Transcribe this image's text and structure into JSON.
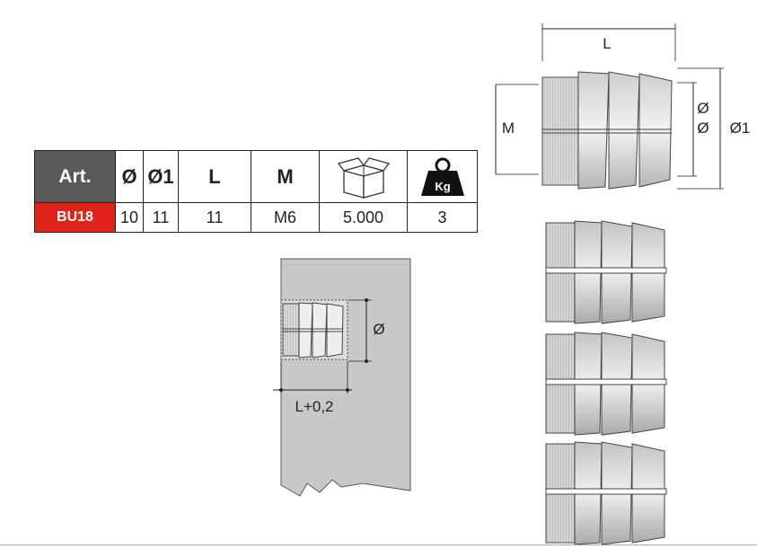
{
  "table": {
    "headers": [
      "Art.",
      "Ø",
      "Ø1",
      "L",
      "M"
    ],
    "icons": [
      "box-icon",
      "weight-kg-icon"
    ],
    "weight_icon_text": "Kg",
    "row": {
      "article": "BU18",
      "d": "10",
      "d1": "11",
      "l": "11",
      "m": "M6",
      "pack": "5.000",
      "weight": "3"
    }
  },
  "top_drawing": {
    "label_L": "L",
    "label_M": "M",
    "label_d": "Ø",
    "label_d_second": "Ø",
    "label_d1": "Ø1"
  },
  "panel_drawing": {
    "label_d": "Ø",
    "label_length": "L+0,2"
  }
}
